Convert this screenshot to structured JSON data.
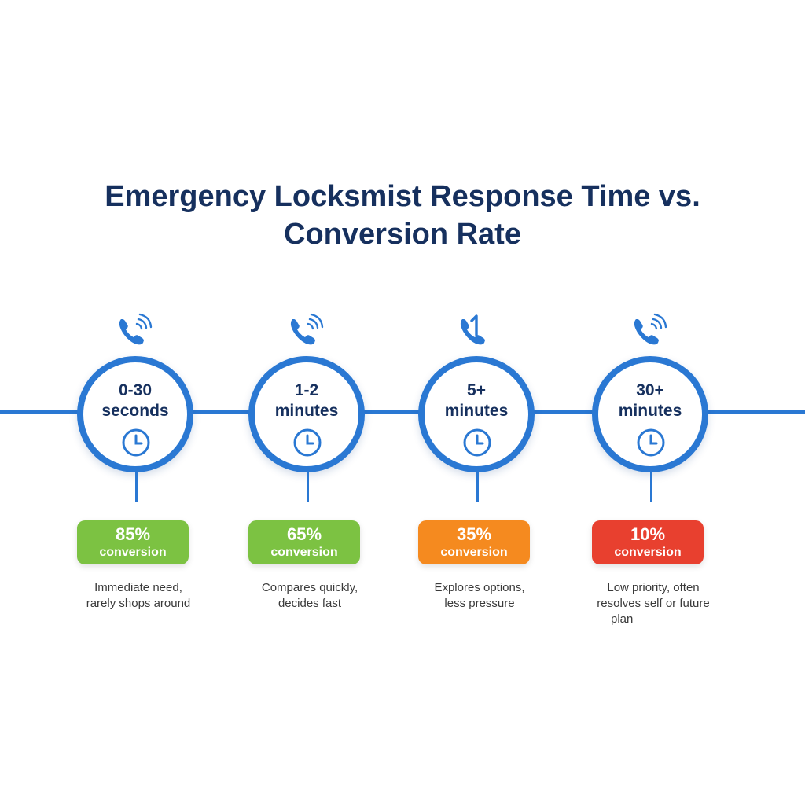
{
  "title": {
    "line1": "Emergency Locksmist Response Time vs.",
    "line2": "Conversion Rate"
  },
  "stages": [
    {
      "time_line1": "0-30",
      "time_line2": "seconds",
      "conversion_value": "85%",
      "conversion_label": "conversion",
      "conversion_percent": 85,
      "badge_color": "#7cc242",
      "description_lines": [
        "Immediate need,",
        "rarely shops around"
      ],
      "phone_icon": "phone-ringing-icon",
      "clock_icon": "clock-icon"
    },
    {
      "time_line1": "1-2",
      "time_line2": "minutes",
      "conversion_value": "65%",
      "conversion_label": "conversion",
      "conversion_percent": 65,
      "badge_color": "#7cc242",
      "description_lines": [
        "Compares quickly,",
        "decides fast"
      ],
      "phone_icon": "phone-ringing-icon",
      "clock_icon": "clock-icon"
    },
    {
      "time_line1": "5+",
      "time_line2": "minutes",
      "conversion_value": "35%",
      "conversion_label": "conversion",
      "conversion_percent": 35,
      "badge_color": "#f58a1f",
      "description_lines": [
        "Explores options,",
        "less pressure"
      ],
      "phone_icon": "phone-one-icon",
      "phone_glyph": "1",
      "clock_icon": "clock-icon"
    },
    {
      "time_line1": "30+",
      "time_line2": "minutes",
      "conversion_value": "10%",
      "conversion_label": "conversion",
      "conversion_percent": 10,
      "badge_color": "#e8402f",
      "description_lines": [
        "Low priority, often",
        "resolves self or future",
        "plan"
      ],
      "phone_icon": "phone-ringing-icon",
      "clock_icon": "clock-icon"
    }
  ],
  "colors": {
    "title": "#16305e",
    "accent_blue": "#2a78d3",
    "text": "#3a3a3a"
  }
}
